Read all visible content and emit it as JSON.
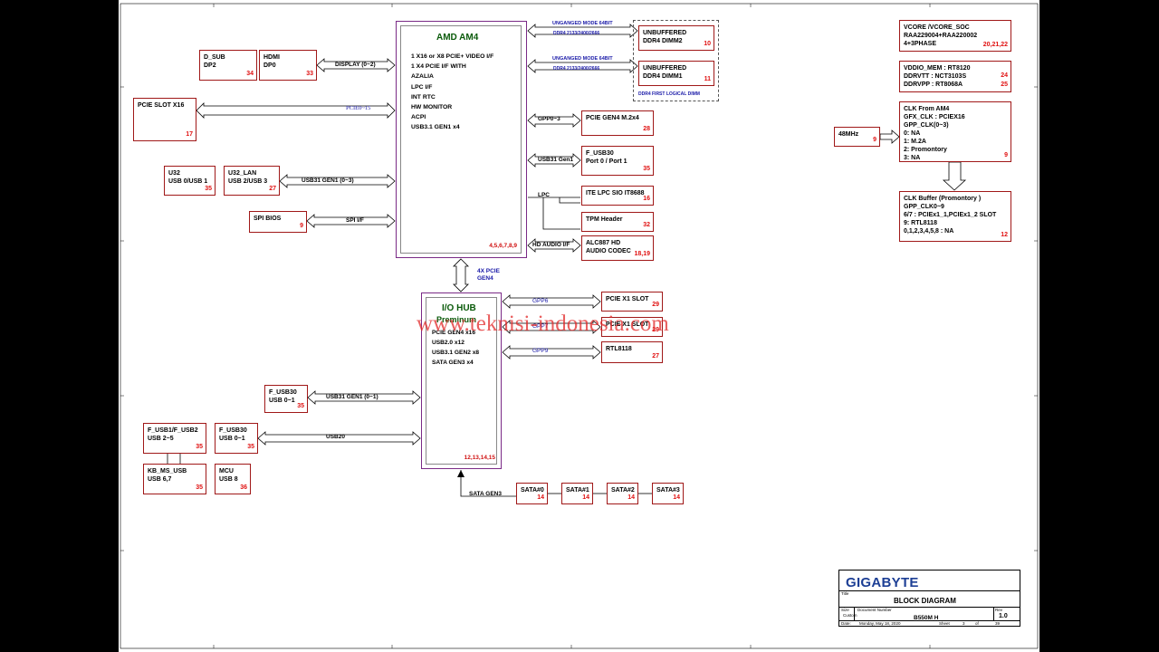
{
  "cpu": {
    "title": "AMD AM4",
    "features": [
      "1 X16 or X8 PCIE+ VIDEO I/F",
      "1 X4 PCIE I/F WITH",
      "AZALIA",
      "LPC I/F",
      "INT RTC",
      "HW MONITOR",
      "ACPI",
      "USB3.1 GEN1   x4"
    ],
    "pages": "4,5,6,7,8,9"
  },
  "hub": {
    "title1": "I/O HUB",
    "title2": "Preminum",
    "features": [
      "PCIE GEN4  x16",
      "USB2.0  x12",
      "USB3.1 GEN2 x8",
      "SATA GEN3 x4"
    ],
    "pages": "12,13,14,15"
  },
  "left_boxes": {
    "dsub": {
      "lines": [
        "D_SUB",
        "DP2"
      ],
      "num": "34"
    },
    "hdmi": {
      "lines": [
        "HDMI",
        "DP0"
      ],
      "num": "33"
    },
    "pcie_x16": {
      "lines": [
        "PCIE SLOT X16"
      ],
      "num": "17"
    },
    "u32": {
      "lines": [
        "U32",
        "USB 0/USB 1"
      ],
      "num": "35"
    },
    "u32_lan": {
      "lines": [
        "U32_LAN",
        "USB 2/USB 3"
      ],
      "num": "27"
    },
    "spi_bios": {
      "lines": [
        "SPI BIOS"
      ],
      "num": "9"
    },
    "f_usb30_a": {
      "lines": [
        "F_USB30",
        "USB 0~1"
      ],
      "num": "35"
    },
    "f_usb12": {
      "lines": [
        "F_USB1/F_USB2",
        "USB 2~5"
      ],
      "num": "35"
    },
    "f_usb30_b": {
      "lines": [
        "F_USB30",
        "USB 0~1"
      ],
      "num": "35"
    },
    "kb_ms": {
      "lines": [
        "KB_MS_USB",
        "USB 6,7"
      ],
      "num": "35"
    },
    "mcu": {
      "lines": [
        "MCU",
        "USB 8"
      ],
      "num": "36"
    }
  },
  "right_boxes": {
    "dimm2": {
      "lines": [
        "UNBUFFERED",
        "DDR4 DIMM2"
      ],
      "num": "10"
    },
    "dimm1": {
      "lines": [
        "UNBUFFERED",
        "DDR4 DIMM1"
      ],
      "num": "11"
    },
    "m2": {
      "lines": [
        "PCIE GEN4  M.2x4"
      ],
      "num": "28"
    },
    "f_usb30": {
      "lines": [
        "F_USB30",
        "Port 0 / Port 1"
      ],
      "num": "35"
    },
    "ite": {
      "lines": [
        "ITE LPC SIO IT8688"
      ],
      "num": "16"
    },
    "tpm": {
      "lines": [
        "TPM Header"
      ],
      "num": "32"
    },
    "audio": {
      "lines": [
        "ALC887 HD",
        "AUDIO CODEC"
      ],
      "num": "18,19"
    },
    "pcie_x1_a": {
      "lines": [
        "PCIE X1 SLOT"
      ],
      "num": "29"
    },
    "pcie_x1_b": {
      "lines": [
        "PCIE X1 SLOT"
      ],
      "num": "29"
    },
    "rtl": {
      "lines": [
        "RTL8118"
      ],
      "num": "27"
    },
    "sata0": {
      "lines": [
        "SATA#0"
      ],
      "num": "14"
    },
    "sata1": {
      "lines": [
        "SATA#1"
      ],
      "num": "14"
    },
    "sata2": {
      "lines": [
        "SATA#2"
      ],
      "num": "14"
    },
    "sata3": {
      "lines": [
        "SATA#3"
      ],
      "num": "14"
    }
  },
  "side_boxes": {
    "vcore": {
      "lines": [
        "VCORE /VCORE_SOC",
        "RAA229004+RAA220002",
        "4+3PHASE"
      ],
      "num": "20,21,22"
    },
    "vddio": {
      "lines": [
        "VDDIO_MEM : RT8120",
        "DDRVTT : NCT3103S",
        "DDRVPP : RT8068A"
      ],
      "nums": [
        "24",
        "25"
      ]
    },
    "clk": {
      "lines": [
        "CLK From AM4",
        "GFX_CLK :  PCIEX16",
        "GPP_CLK(0~3)",
        "0:  NA",
        "1:  M.2A",
        "2:  Promontory",
        "3:  NA"
      ],
      "num": "9"
    },
    "mhz": {
      "lines": [
        "48MHz"
      ],
      "num": "9"
    },
    "clkbuf": {
      "lines": [
        "CLK Buffer (Promontory )",
        "GPP_CLK0~9",
        "6/7 : PCIEx1_1,PCIEx1_2  SLOT",
        "9:  RTL8118",
        "0,1,2,3,4,5,8 : NA"
      ],
      "num": "12"
    }
  },
  "bus_labels": {
    "display": "DISPLAY (0~2)",
    "pcie0_15": "PCIE0~15",
    "usb31_03": "USB31 GEN1 (0~3)",
    "spi": "SPI I/F",
    "ddr_mode_a": "UNGANGED MODE 64BIT",
    "ddr_speed_a": "DDR4 2133/2400/2666",
    "ddr_mode_b": "UNGANGED MODE 64BIT",
    "ddr_speed_b": "DDR4 2133/2400/2666",
    "ddr_first": "DDR4 FIRST LOGICAL DIMM",
    "gpp03": "GPP0~3",
    "usb31gen1": "USB31 Gen1",
    "lpc": "LPC",
    "hd_audio": "HD AUDIO I/F",
    "pcie4x_1": "4X PCIE",
    "pcie4x_2": "GEN4",
    "gpp6": "GPP6",
    "gpp7": "GPP7",
    "gpp9": "GPP9",
    "usb31_01": "USB31 GEN1 (0~1)",
    "usb20": "USB20",
    "sata_gen3": "SATA GEN3"
  },
  "watermark": "www.teknisi-indonesia.com",
  "title_block": {
    "logo": "GIGABYTE",
    "title": "BLOCK DIAGRAM",
    "model": "B550M H",
    "rev": "1.0",
    "labels": {
      "title": "Title",
      "size": "Size",
      "custom": "Custom",
      "doc": "Document Number",
      "rev": "Rev",
      "date": "Date:",
      "date_val": "Monday, May 18, 2020",
      "sheet": "Sheet",
      "sheet_val": "3",
      "of": "of",
      "of_val": "39"
    }
  },
  "colors": {
    "box_border": "#a01818",
    "cpu_border": "#7a2a86",
    "page_num": "#e01010",
    "bus_blue": "#1a1aa8",
    "hub_green": "#0a5a0a",
    "logo_blue": "#1d3f95"
  }
}
